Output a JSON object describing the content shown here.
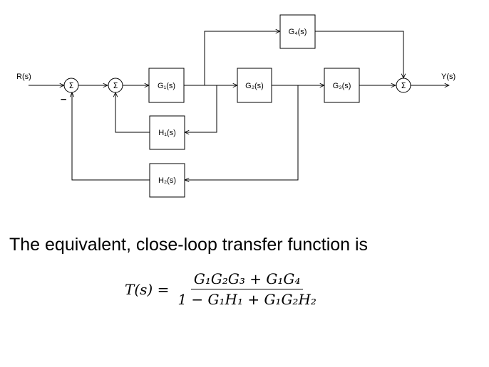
{
  "diagram": {
    "input_label": "R(s)",
    "output_label": "Y(s)",
    "sum_symbol": "Σ",
    "minus_sign": "–",
    "blocks": {
      "G1": "G₁(s)",
      "G2": "G₂(s)",
      "G3": "G₃(s)",
      "G4": "G₄(s)",
      "H1": "H₁(s)",
      "H2": "H₂(s)"
    }
  },
  "statement": "The equivalent, close-loop transfer function is",
  "formula": {
    "lhs": "T(s) =",
    "numerator": "G₁G₂G₃ + G₁G₄",
    "denominator": "1 − G₁H₁ + G₁G₂H₂"
  }
}
